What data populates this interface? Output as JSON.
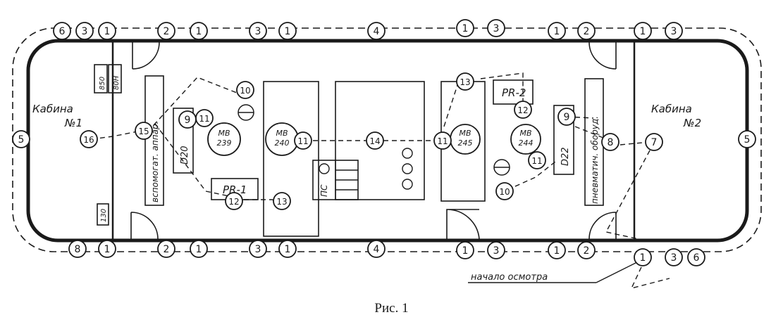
{
  "caption": "Рис. 1",
  "cabins": {
    "left": [
      "Кабина",
      "№1"
    ],
    "right": [
      "Кабина",
      "№2"
    ]
  },
  "start_label": "начало осмотра",
  "equipment": {
    "aux_apparatus": "вспомогат. аппар.",
    "pneumatic_equipment": "пневматич. оборуд.",
    "pr1": "PR-1",
    "pr2": "PR-2",
    "ps": "ПС",
    "d20": "D20",
    "d22": "D22",
    "b50": "850",
    "b80": "80Н",
    "b130": "130",
    "mv239": [
      "МВ",
      "239"
    ],
    "mv240": [
      "МВ",
      "240"
    ],
    "mv245": [
      "МВ",
      "245"
    ],
    "mv244": [
      "МВ",
      "244"
    ]
  },
  "markers": {
    "top": [
      "6",
      "3",
      "1",
      "2",
      "1",
      "3",
      "1",
      "4",
      "1",
      "3",
      "1",
      "2",
      "1",
      "3"
    ],
    "bottom": [
      "8",
      "1",
      "2",
      "1",
      "3",
      "1",
      "4",
      "1",
      "3",
      "1",
      "2",
      "1",
      "3",
      "6"
    ],
    "side": [
      "5",
      "5"
    ],
    "inner": [
      "16",
      "15",
      "9",
      "11",
      "10",
      "12",
      "13",
      "11",
      "14",
      "11",
      "13",
      "12",
      "11",
      "10",
      "9",
      "8",
      "7"
    ]
  }
}
